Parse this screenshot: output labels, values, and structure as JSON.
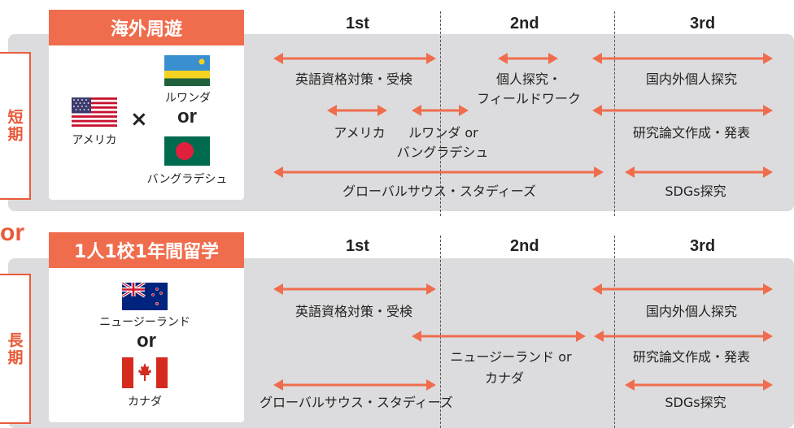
{
  "colors": {
    "accent": "#ef6d4d",
    "arrow": "#ef6d4d",
    "panel": "#dcdcde"
  },
  "or_between": "or",
  "short": {
    "header": "海外周遊",
    "side_label": "短期",
    "years": [
      "1st",
      "2nd",
      "3rd"
    ],
    "countries": {
      "usa": "アメリカ",
      "times": "×",
      "rwanda": "ルワンダ",
      "or": "or",
      "bangladesh": "バングラデシュ"
    },
    "activities": {
      "english": "英語資格対策・受検",
      "personal_field": [
        "個人探究・",
        "フィールドワーク"
      ],
      "domestic": "国内外個人探究",
      "america": "アメリカ",
      "rwanda_or": "ルワンダ or",
      "bangladesh": "バングラデシュ",
      "research": "研究論文作成・発表",
      "global": "グローバルサウス・スタディーズ",
      "sdgs": "SDGs探究"
    }
  },
  "long": {
    "header": "1人1校1年間留学",
    "side_label": "長期",
    "years": [
      "1st",
      "2nd",
      "3rd"
    ],
    "countries": {
      "nz": "ニュージーランド",
      "or": "or",
      "canada": "カナダ"
    },
    "activities": {
      "english": "英語資格対策・受検",
      "domestic": "国内外個人探究",
      "nz_or": "ニュージーランド or",
      "canada": "カナダ",
      "research": "研究論文作成・発表",
      "global": "グローバルサウス・スタディーズ",
      "sdgs": "SDGs探究"
    }
  }
}
